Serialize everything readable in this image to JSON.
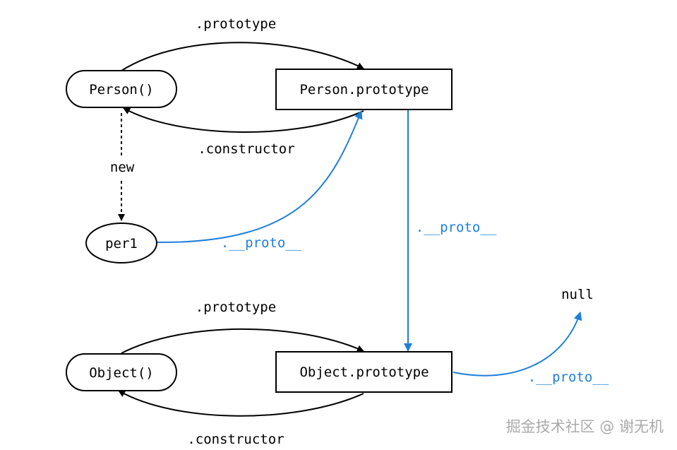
{
  "nodes": {
    "person_ctor": "Person()",
    "person_proto": "Person.prototype",
    "per1": "per1",
    "object_ctor": "Object()",
    "object_proto": "Object.prototype",
    "null": "null"
  },
  "edges": {
    "person_prototype": ".prototype",
    "person_constructor": ".constructor",
    "new": "new",
    "per1_proto": ".__proto__",
    "personproto_proto": ".__proto__",
    "object_prototype": ".prototype",
    "object_constructor": ".constructor",
    "objectproto_proto": ".__proto__"
  },
  "watermark": "掘金技术社区 @ 谢无机",
  "colors": {
    "blue": "#1e7fd8",
    "black": "#000000"
  }
}
